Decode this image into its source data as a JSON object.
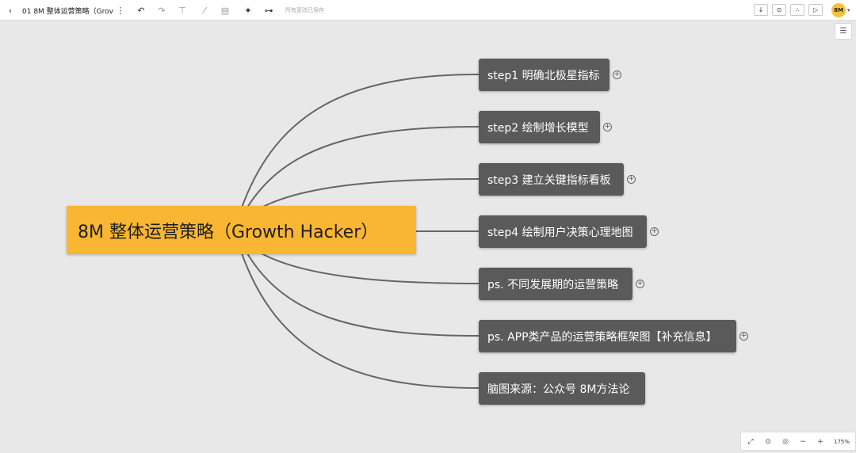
{
  "toolbar": {
    "back_icon": "chevron-left-icon",
    "doc_title": "01 8M 整体运营策略（Grov",
    "more_icon": "more-vertical-icon",
    "undo_icon": "undo-icon",
    "redo_icon": "redo-icon",
    "format_painter_icon": "format-painter-icon",
    "style_icon": "brush-icon",
    "layout_icon": "layout-icon",
    "magic_icon": "magic-wand-icon",
    "structure_icon": "structure-icon",
    "save_status": "所有更改已保存",
    "right": {
      "download_icon": "download-icon",
      "theme_icon": "theme-icon",
      "share_icon": "share-icon",
      "present_icon": "play-icon"
    },
    "avatar_label": "8M",
    "avatar_menu_icon": "caret-down-icon"
  },
  "side_panel": {
    "toggle_icon": "sliders-icon"
  },
  "mindmap": {
    "root": {
      "label": "8M 整体运营策略（Growth Hacker）",
      "color": "#f8b633"
    },
    "branches": [
      {
        "label": "step1 明确北极星指标",
        "collapsed": true
      },
      {
        "label": "step2 绘制增长模型",
        "collapsed": true
      },
      {
        "label": "step3 建立关键指标看板",
        "collapsed": true
      },
      {
        "label": "step4 绘制用户决策心理地图",
        "collapsed": true
      },
      {
        "label": "ps. 不同发展期的运营策略",
        "collapsed": true
      },
      {
        "label": "ps. APP类产品的运营策略框架图【补充信息】",
        "collapsed": true
      },
      {
        "label": "脑图来源：公众号 8M方法论",
        "collapsed": false
      }
    ],
    "node_color": "#5a5a5a",
    "link_color": "#666666"
  },
  "zoombar": {
    "fit_icon": "fit-screen-icon",
    "outline_icon": "outline-icon",
    "locate_icon": "location-pin-icon",
    "zoom_out_label": "−",
    "zoom_in_label": "+",
    "zoom_level": "175%"
  }
}
